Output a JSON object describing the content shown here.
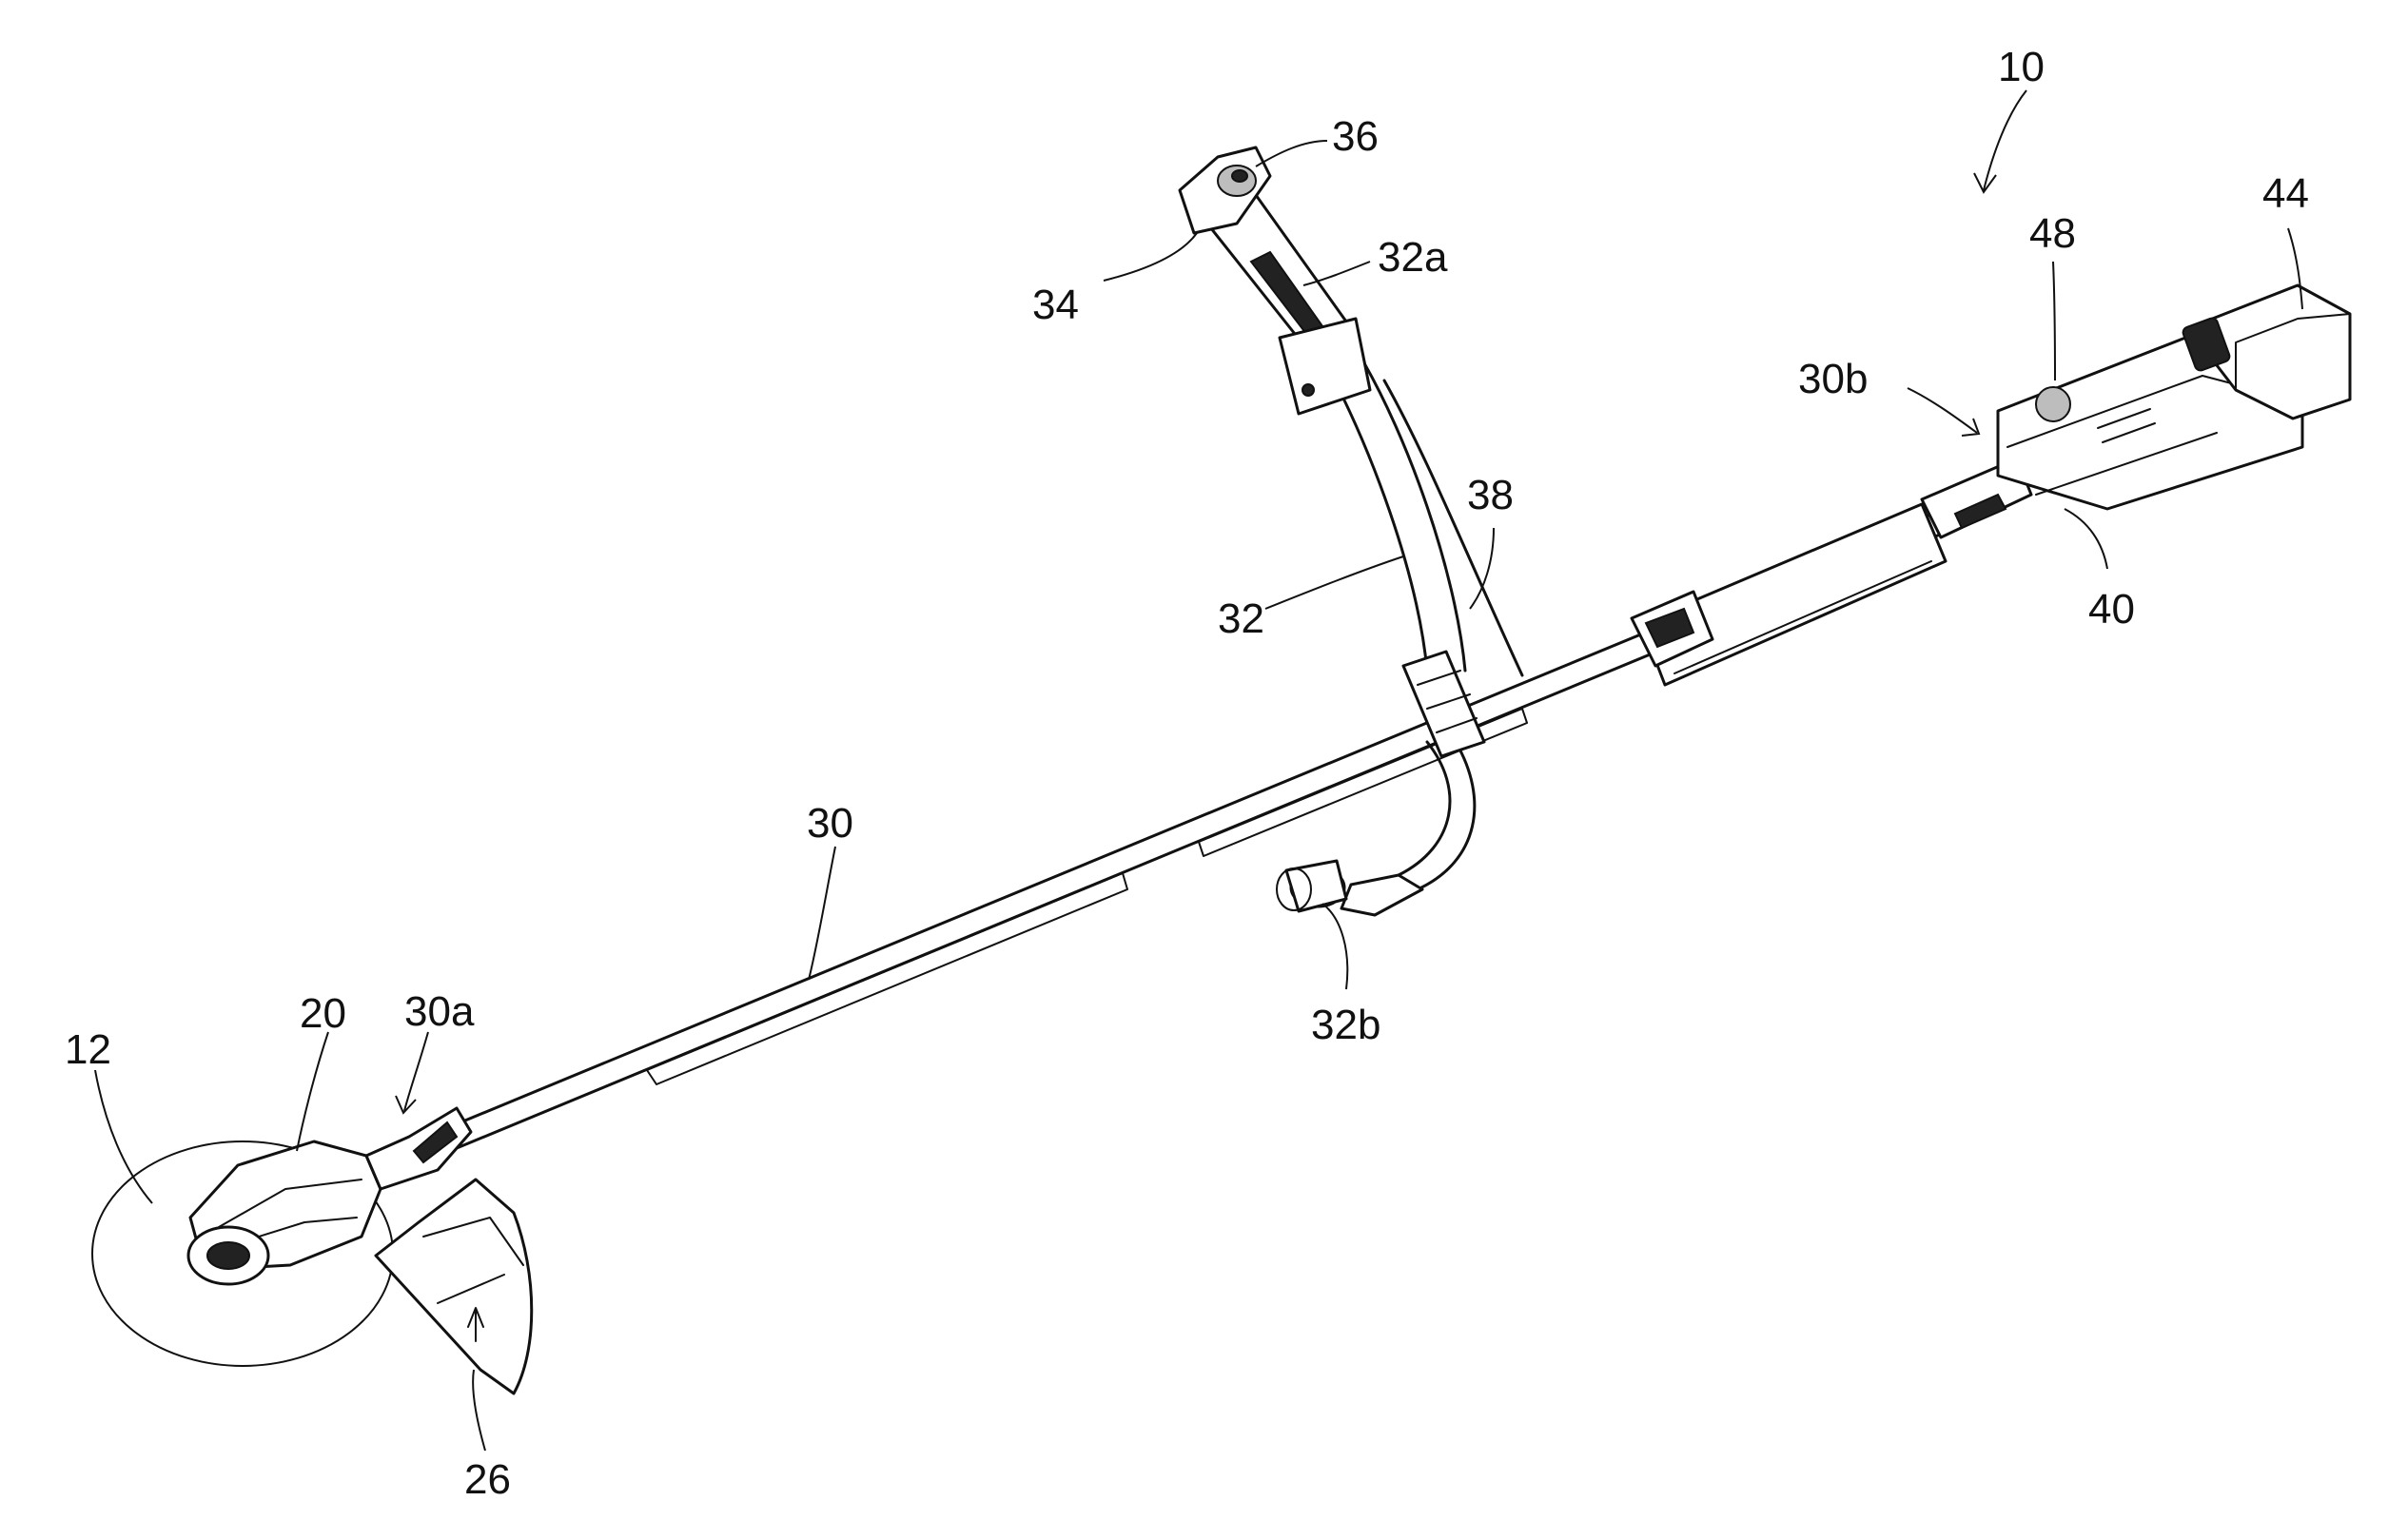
{
  "figure": {
    "labels": {
      "l10": "10",
      "l12": "12",
      "l20": "20",
      "l26": "26",
      "l30": "30",
      "l30a": "30a",
      "l30b": "30b",
      "l32": "32",
      "l32a": "32a",
      "l32b": "32b",
      "l34": "34",
      "l36": "36",
      "l38": "38",
      "l40": "40",
      "l44": "44",
      "l48": "48"
    }
  }
}
